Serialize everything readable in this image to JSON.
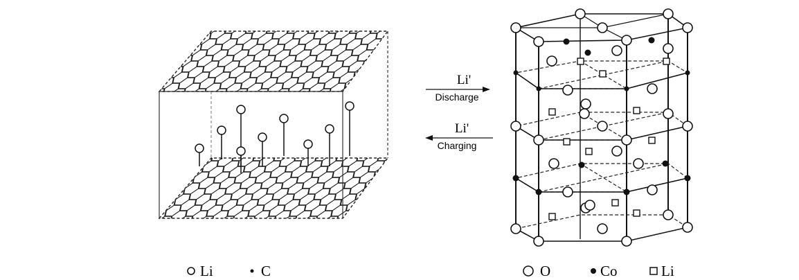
{
  "arrows": {
    "discharge": {
      "ion": "Li'",
      "label": "Discharge"
    },
    "charging": {
      "ion": "Li'",
      "label": "Charging"
    }
  },
  "legend_left": [
    {
      "symbol": "open-circle",
      "label": "Li"
    },
    {
      "symbol": "small-dot",
      "label": "C"
    }
  ],
  "legend_right": [
    {
      "symbol": "open-circle",
      "label": "O"
    },
    {
      "symbol": "filled-dot",
      "label": "Co"
    },
    {
      "symbol": "open-square",
      "label": "Li"
    }
  ]
}
